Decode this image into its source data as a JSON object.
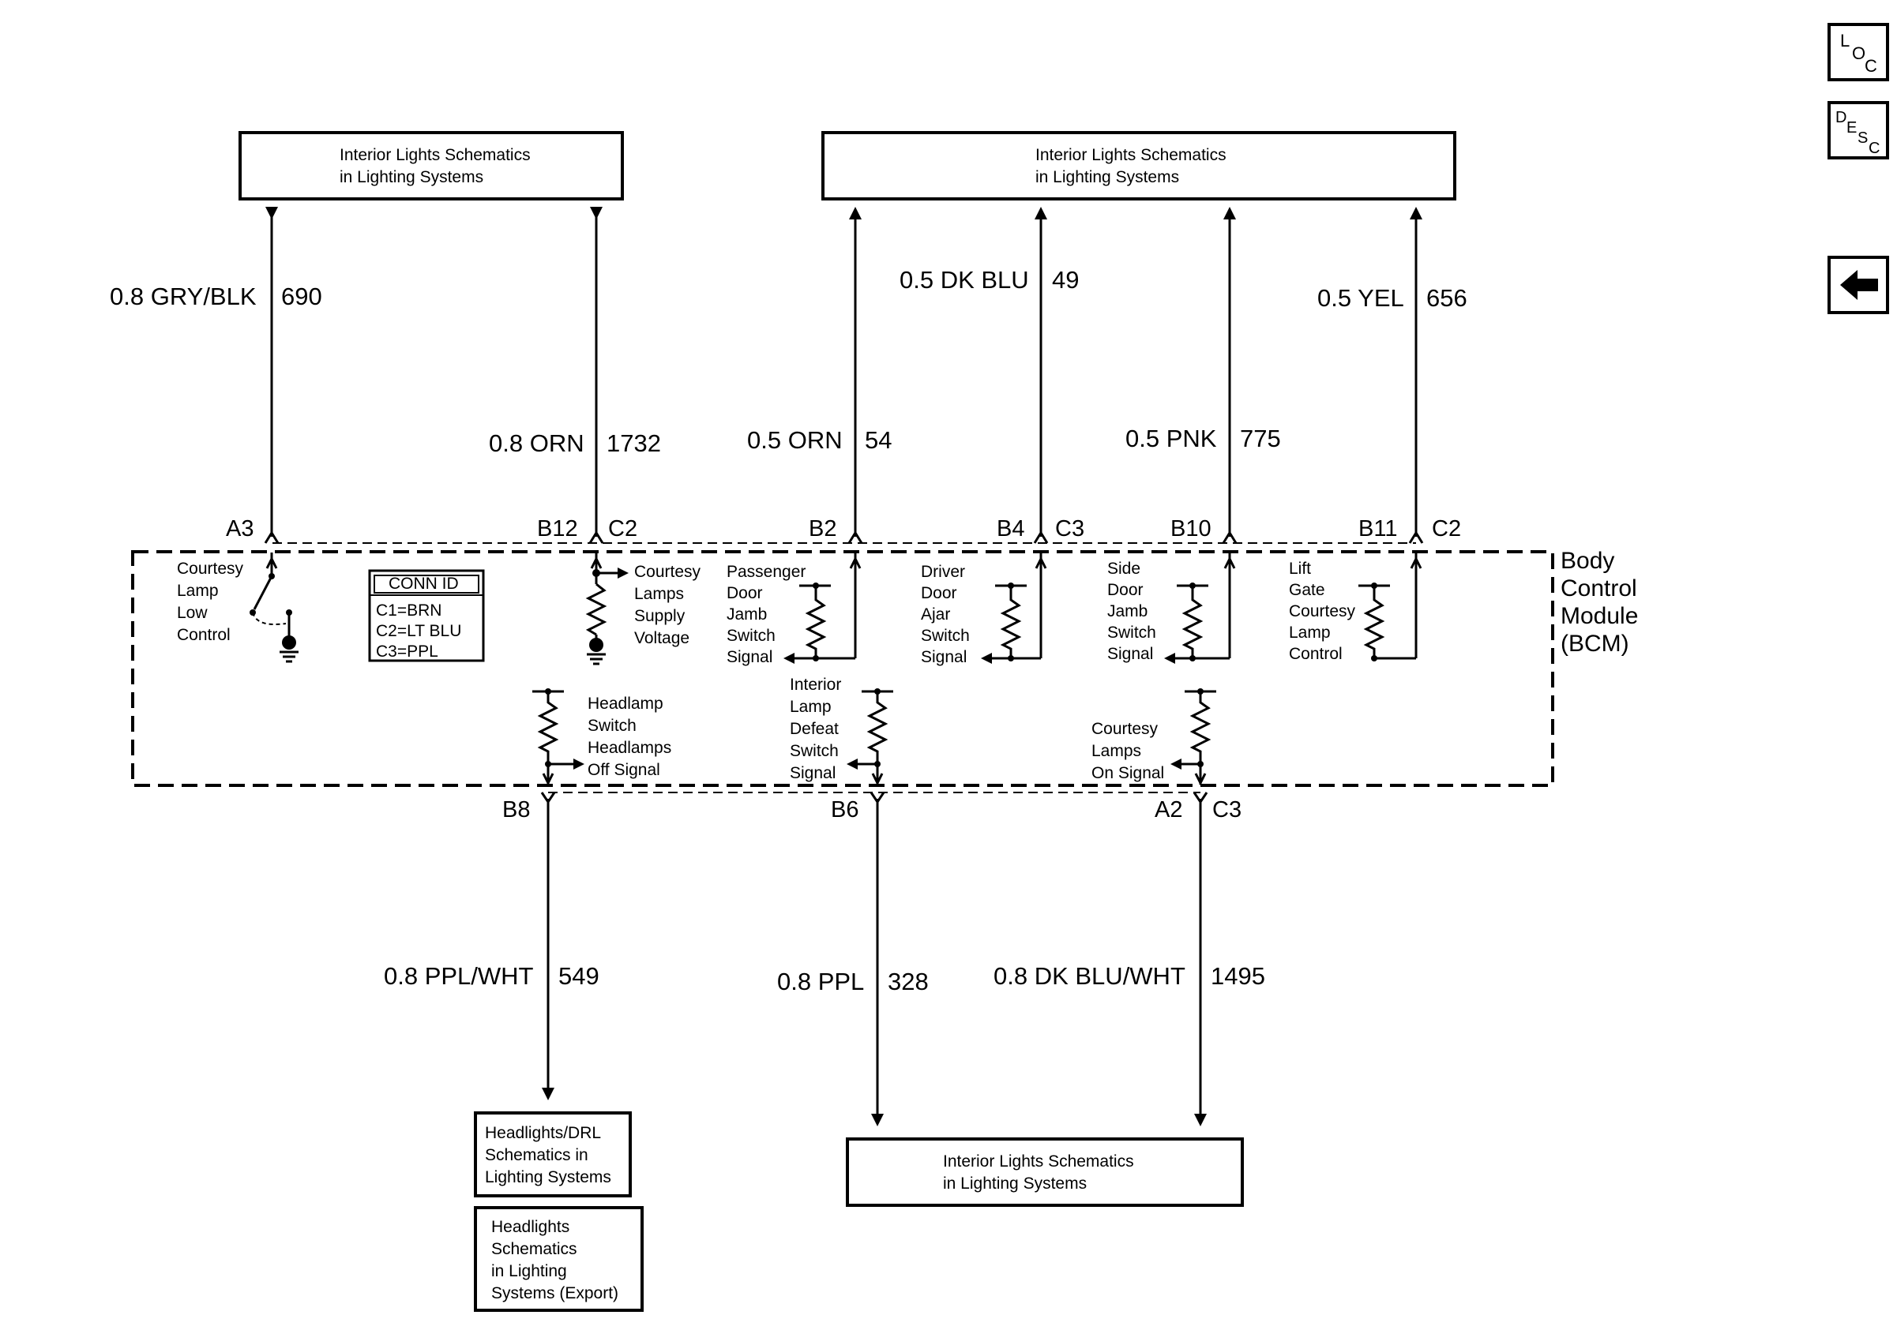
{
  "nav": {
    "loc": {
      "a": "L",
      "b": "O",
      "c": "C"
    },
    "desc": {
      "a": "D",
      "b": "E",
      "c": "S",
      "d": "C"
    },
    "back_icon": "left-arrow-icon"
  },
  "top_boxes": {
    "left": {
      "line1": "Interior Lights Schematics",
      "line2": "in Lighting Systems"
    },
    "right": {
      "line1": "Interior Lights Schematics",
      "line2": "in Lighting Systems"
    }
  },
  "bottom_boxes": {
    "headlights_drl": {
      "line1": "Headlights/DRL",
      "line2": "Schematics in",
      "line3": "Lighting Systems"
    },
    "headlights_export": {
      "line1": "Headlights",
      "line2": "Schematics",
      "line3": "in Lighting",
      "line4": "Systems (Export)"
    },
    "interior": {
      "line1": "Interior Lights Schematics",
      "line2": "in Lighting Systems"
    }
  },
  "wires": {
    "w690": {
      "color": "0.8 GRY/BLK",
      "circuit": "690"
    },
    "w1732": {
      "color": "0.8 ORN",
      "circuit": "1732"
    },
    "w54": {
      "color": "0.5 ORN",
      "circuit": "54"
    },
    "w49": {
      "color": "0.5 DK BLU",
      "circuit": "49"
    },
    "w775": {
      "color": "0.5 PNK",
      "circuit": "775"
    },
    "w656": {
      "color": "0.5 YEL",
      "circuit": "656"
    },
    "w549": {
      "color": "0.8 PPL/WHT",
      "circuit": "549"
    },
    "w328": {
      "color": "0.8 PPL",
      "circuit": "328"
    },
    "w1495": {
      "color": "0.8 DK BLU/WHT",
      "circuit": "1495"
    }
  },
  "pins": {
    "a3": "A3",
    "b12": "B12",
    "c2a": "C2",
    "b2": "B2",
    "b4": "B4",
    "c3a": "C3",
    "b10": "B10",
    "b11": "B11",
    "c2b": "C2",
    "b8": "B8",
    "b6": "B6",
    "a2": "A2",
    "c3b": "C3"
  },
  "bcm": {
    "line1": "Body",
    "line2": "Control",
    "line3": "Module",
    "line4": "(BCM)"
  },
  "conn_id": {
    "title": "CONN ID",
    "c1": "C1=BRN",
    "c2": "C2=LT BLU",
    "c3": "C3=PPL"
  },
  "labels": {
    "courtesy_low": [
      "Courtesy",
      "Lamp",
      "Low",
      "Control"
    ],
    "courtesy_supply": [
      "Courtesy",
      "Lamps",
      "Supply",
      "Voltage"
    ],
    "passenger_door": [
      "Passenger",
      "Door",
      "Jamb",
      "Switch",
      "Signal"
    ],
    "driver_door": [
      "Driver",
      "Door",
      "Ajar",
      "Switch",
      "Signal"
    ],
    "side_door": [
      "Side",
      "Door",
      "Jamb",
      "Switch",
      "Signal"
    ],
    "liftgate": [
      "Lift",
      "Gate",
      "Courtesy",
      "Lamp",
      "Control"
    ],
    "headlamp_switch": [
      "Headlamp",
      "Switch",
      "Headlamps",
      "Off Signal"
    ],
    "interior_defeat": [
      "Interior",
      "Lamp",
      "Defeat",
      "Switch",
      "Signal"
    ],
    "courtesy_on": [
      "Courtesy",
      "Lamps",
      "On Signal"
    ]
  }
}
